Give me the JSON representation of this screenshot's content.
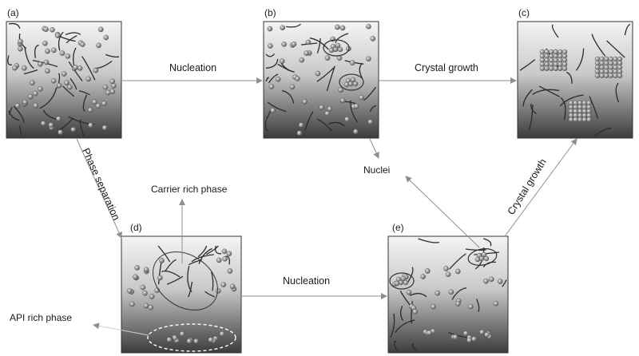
{
  "panels": {
    "a": {
      "label": "(a)"
    },
    "b": {
      "label": "(b)"
    },
    "c": {
      "label": "(c)"
    },
    "d": {
      "label": "(d)"
    },
    "e": {
      "label": "(e)"
    }
  },
  "transitions": {
    "a_to_b": "Nucleation",
    "b_to_c": "Crystal growth",
    "a_to_d": "Phase separation",
    "d_to_e": "Nucleation",
    "e_to_c": "Crystal growth"
  },
  "annotations": {
    "nuclei": "Nuclei",
    "carrier_rich_phase": "Carrier rich phase",
    "api_rich_phase": "API rich phase"
  },
  "colors": {
    "panel_top": "#f4f4f4",
    "panel_bottom": "#3c3c3c",
    "border": "#333333",
    "fiber": "#2b2b2b",
    "particle_light": "#d8d8d8",
    "particle_dark": "#6e6e6e",
    "arrow": "#8f8f8f"
  }
}
